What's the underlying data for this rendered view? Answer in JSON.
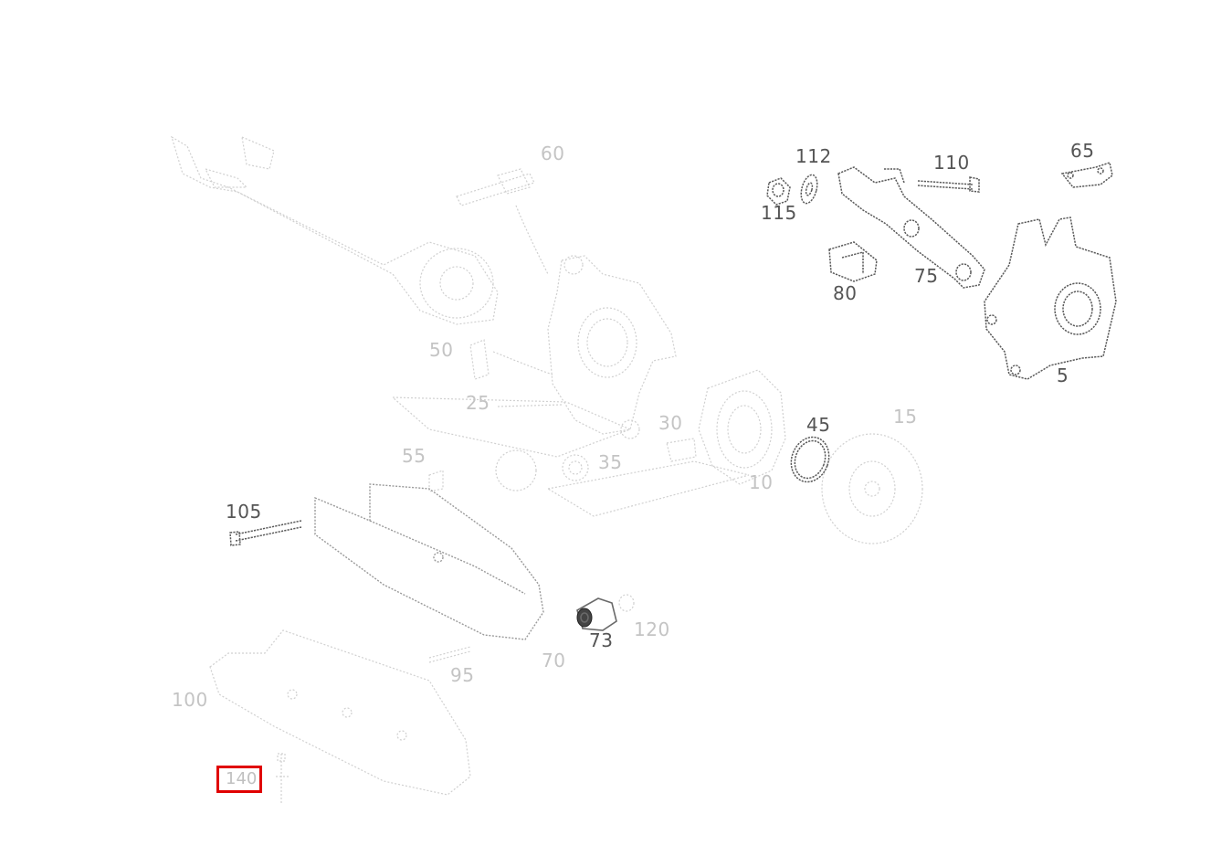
{
  "callouts": [
    {
      "id": "112",
      "label": "112",
      "faded": false
    },
    {
      "id": "110",
      "label": "110",
      "faded": false
    },
    {
      "id": "65",
      "label": "65",
      "faded": false
    },
    {
      "id": "115",
      "label": "115",
      "faded": false
    },
    {
      "id": "80",
      "label": "80",
      "faded": false
    },
    {
      "id": "75",
      "label": "75",
      "faded": false
    },
    {
      "id": "5",
      "label": "5",
      "faded": false
    },
    {
      "id": "45",
      "label": "45",
      "faded": false
    },
    {
      "id": "105",
      "label": "105",
      "faded": false
    },
    {
      "id": "73",
      "label": "73",
      "faded": false
    },
    {
      "id": "100",
      "label": "100",
      "faded": true
    },
    {
      "id": "70",
      "label": "70",
      "faded": true
    },
    {
      "id": "95",
      "label": "95",
      "faded": true
    },
    {
      "id": "60",
      "label": "60",
      "faded": true
    },
    {
      "id": "25",
      "label": "25",
      "faded": true
    },
    {
      "id": "30",
      "label": "30",
      "faded": true
    },
    {
      "id": "35",
      "label": "35",
      "faded": true
    },
    {
      "id": "10",
      "label": "10",
      "faded": true
    },
    {
      "id": "50",
      "label": "50",
      "faded": true
    },
    {
      "id": "55",
      "label": "55",
      "faded": true
    },
    {
      "id": "15",
      "label": "15",
      "faded": true
    },
    {
      "id": "120",
      "label": "120",
      "faded": true
    }
  ],
  "highlight": {
    "label": "140",
    "color": "#e00000"
  },
  "colors": {
    "background": "#ffffff",
    "highlight_border": "#e00000",
    "label_dark": "#555555",
    "label_faded": "#c4c4c4"
  }
}
